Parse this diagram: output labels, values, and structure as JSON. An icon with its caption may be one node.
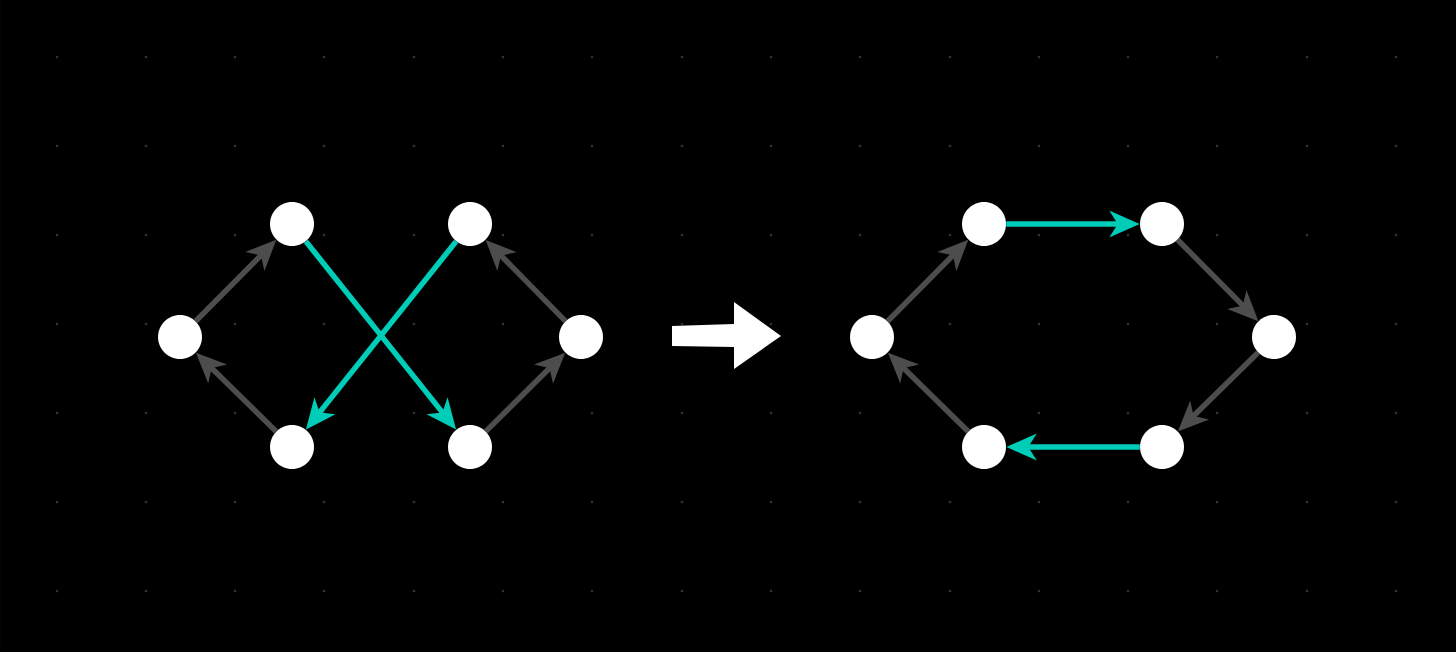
{
  "diagram": {
    "nodes": [
      {
        "text": [],
        "shape": "circle"
      },
      {
        "text": [],
        "shape": "circle"
      },
      {
        "text": [],
        "shape": "circle"
      },
      {
        "text": [],
        "shape": "circle"
      },
      {
        "text": [],
        "shape": "circle"
      },
      {
        "text": [],
        "shape": "circle"
      },
      {
        "text": [],
        "shape": "circle"
      },
      {
        "text": [],
        "shape": "circle"
      },
      {
        "text": [],
        "shape": "circle"
      },
      {
        "text": [],
        "shape": "circle"
      },
      {
        "text": [],
        "shape": "circle"
      },
      {
        "text": [],
        "shape": "circle"
      }
    ],
    "edges": [
      {
        "from": 0,
        "to": 1,
        "arrow": "to"
      },
      {
        "from": 2,
        "to": 0,
        "arrow": "to"
      },
      {
        "from": 1,
        "to": 4,
        "arrow": "to",
        "color": "#00cdb8"
      },
      {
        "from": 3,
        "to": 2,
        "arrow": "to",
        "color": "#00cdb8"
      },
      {
        "from": 4,
        "to": 5,
        "arrow": "to"
      },
      {
        "from": 5,
        "to": 3,
        "arrow": "to"
      },
      {
        "from": 6,
        "to": 7,
        "arrow": "to"
      },
      {
        "from": 7,
        "to": 9,
        "arrow": "to",
        "color": "#00cdb8"
      },
      {
        "from": 9,
        "to": 11,
        "arrow": "to"
      },
      {
        "from": 11,
        "to": 10,
        "arrow": "to"
      },
      {
        "from": 10,
        "to": 8,
        "arrow": "to",
        "color": "#00cdb8"
      },
      {
        "from": 8,
        "to": 6,
        "arrow": "to"
      }
    ]
  }
}
